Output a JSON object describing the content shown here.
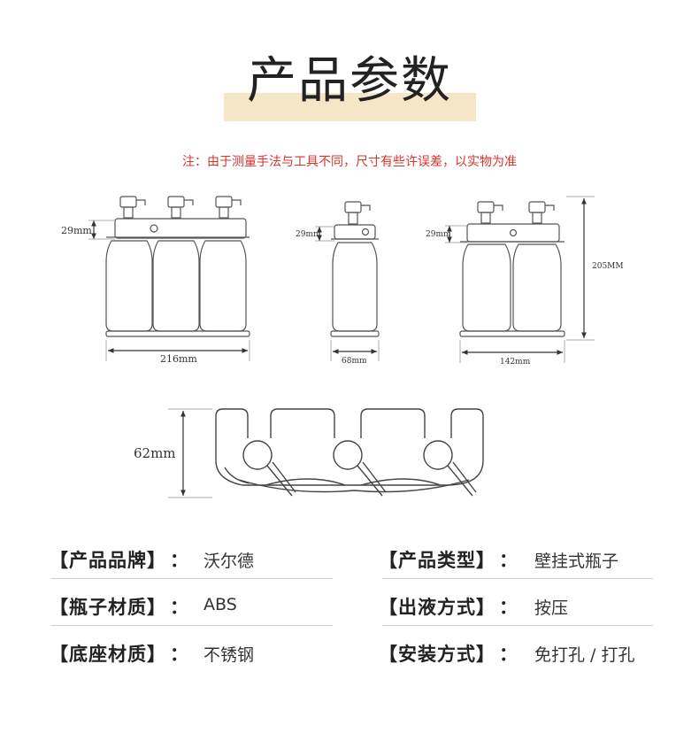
{
  "title": "产品参数",
  "note": "注：由于测量手法与工具不同，尺寸有些许误差，以实物为准",
  "dimensions": {
    "triple_height": "29mm",
    "triple_width": "216mm",
    "single_height": "29mm",
    "single_width": "68mm",
    "double_height": "29mm",
    "double_width": "142mm",
    "total_height": "205MM",
    "side_depth": "62mm"
  },
  "colors": {
    "title_band": "#f6e6c8",
    "note": "#d9342b"
  },
  "specs": {
    "left": [
      {
        "label": "【产品品牌】",
        "colon": "：",
        "value": "沃尔德"
      },
      {
        "label": "【瓶子材质】",
        "colon": "：",
        "value": "ABS"
      },
      {
        "label": "【底座材质】",
        "colon": "：",
        "value": "不锈钢"
      }
    ],
    "right": [
      {
        "label": "【产品类型】",
        "colon": "：",
        "value": "壁挂式瓶子"
      },
      {
        "label": "【出液方式】",
        "colon": "：",
        "value": "按压"
      },
      {
        "label": "【安装方式】",
        "colon": "：",
        "value": "免打孔 / 打孔"
      }
    ]
  }
}
